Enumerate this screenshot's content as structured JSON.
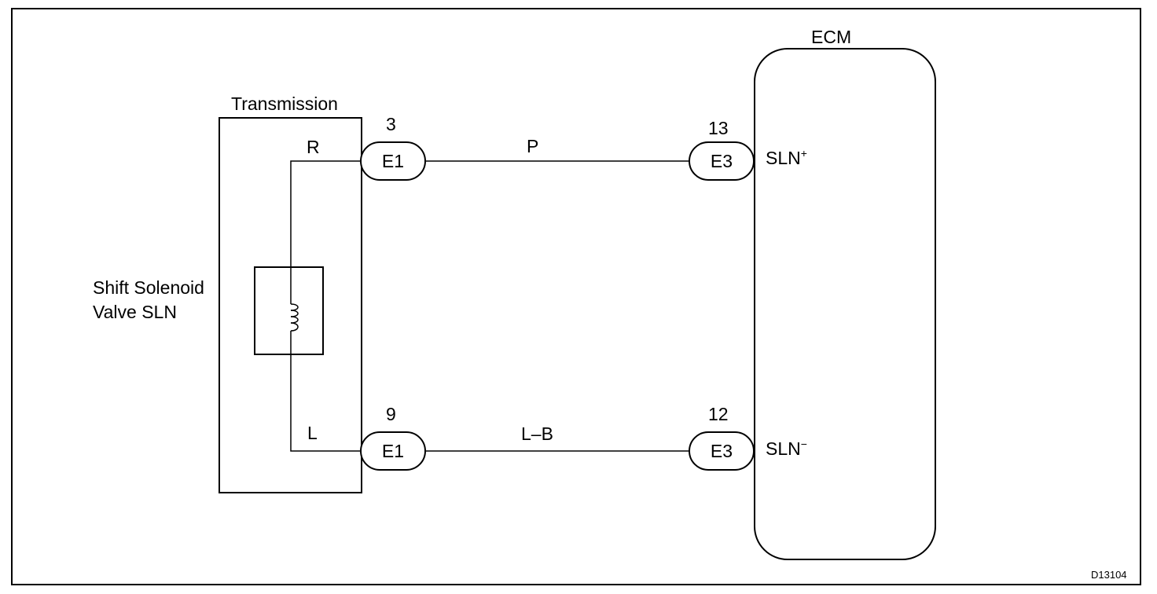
{
  "ecm": {
    "label": "ECM"
  },
  "transmission": {
    "label": "Transmission"
  },
  "solenoid": {
    "line1": "Shift Solenoid",
    "line2": "Valve SLN"
  },
  "connectors": {
    "top_left": {
      "name": "E1",
      "pin": "3"
    },
    "bottom_left": {
      "name": "E1",
      "pin": "9"
    },
    "top_right": {
      "name": "E3",
      "pin": "13"
    },
    "bottom_right": {
      "name": "E3",
      "pin": "12"
    }
  },
  "wires": {
    "top_color": "P",
    "bottom_color": "L–B",
    "internal_top": "R",
    "internal_bottom": "L"
  },
  "terminals": {
    "top": "SLN",
    "top_sign": "+",
    "bottom": "SLN",
    "bottom_sign": "−"
  },
  "figure_code": "D13104"
}
